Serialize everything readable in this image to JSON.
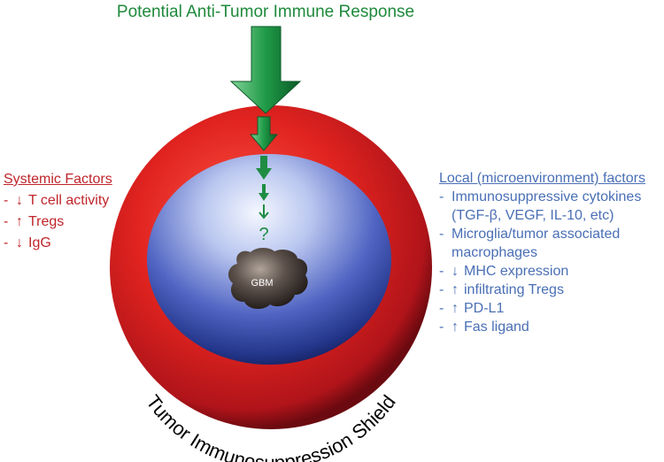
{
  "title": "Potential Anti-Tumor Immune Response",
  "question_mark": "?",
  "center_label": "GBM",
  "shield_label": "Tumor Immunosuppression Shield",
  "colors": {
    "title_green": "#1e8a3c",
    "arrow_green": "#1f8c43",
    "shield_red": "#d51d24",
    "sphere_blue": "#2f3f9c",
    "systemic_red": "#c0252b",
    "local_blue": "#4a6fb5"
  },
  "systemic": {
    "heading": "Systemic Factors",
    "items": [
      {
        "arrow": "↓",
        "text": "T cell activity"
      },
      {
        "arrow": "↑",
        "text": "Tregs"
      },
      {
        "arrow": "↓",
        "text": "IgG"
      }
    ]
  },
  "local": {
    "heading": "Local (microenvironment) factors",
    "items": [
      {
        "arrow": "",
        "text": "Immunosuppressive cytokines",
        "cont": "(TGF-β, VEGF, IL-10, etc)"
      },
      {
        "arrow": "",
        "text": "Microglia/tumor associated",
        "cont": "macrophages"
      },
      {
        "arrow": "↓",
        "text": "MHC expression",
        "cont": ""
      },
      {
        "arrow": "↑",
        "text": "infiltrating Tregs",
        "cont": ""
      },
      {
        "arrow": "↑",
        "text": "PD-L1",
        "cont": ""
      },
      {
        "arrow": "↑",
        "text": "Fas ligand",
        "cont": ""
      }
    ]
  }
}
